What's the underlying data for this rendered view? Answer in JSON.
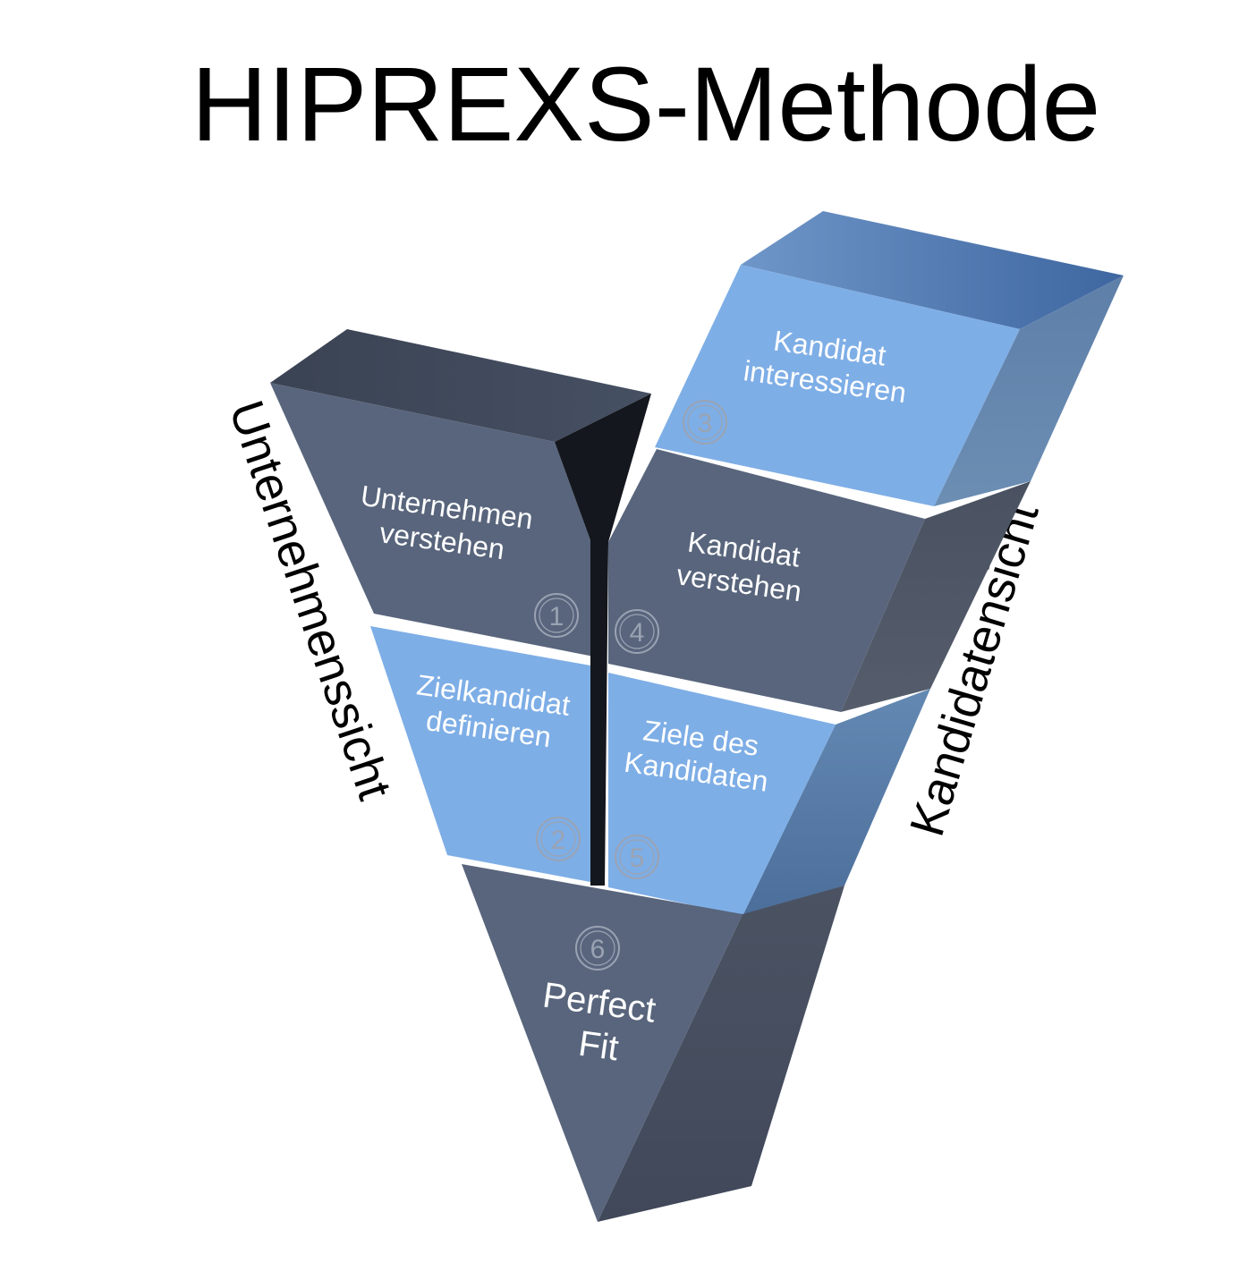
{
  "title": "HIPREXS-Methode",
  "labels": {
    "left_axis": "Unternehmenssicht",
    "right_axis": "Kandidatensicht"
  },
  "steps": [
    {
      "number": "1",
      "line1": "Unternehmen",
      "line2": "verstehen",
      "color": "#58657c"
    },
    {
      "number": "2",
      "line1": "Zielkandidat",
      "line2": "definieren",
      "color": "#7eaee6"
    },
    {
      "number": "3",
      "line1": "Kandidat",
      "line2": "interessieren",
      "color": "#7eaee6"
    },
    {
      "number": "4",
      "line1": "Kandidat",
      "line2": "verstehen",
      "color": "#58657c"
    },
    {
      "number": "5",
      "line1": "Ziele des",
      "line2": "Kandidaten",
      "color": "#7eaee6"
    },
    {
      "number": "6",
      "line1": "Perfect",
      "line2": "Fit",
      "color": "#58657c"
    }
  ],
  "colors": {
    "dark_face": "#58657c",
    "dark_side": "#474f5e",
    "dark_top": "#3e4758",
    "light_face": "#7eaee6",
    "light_side": "#5b7fa8",
    "light_top": "#5d85bd",
    "gap": "#14171d"
  }
}
